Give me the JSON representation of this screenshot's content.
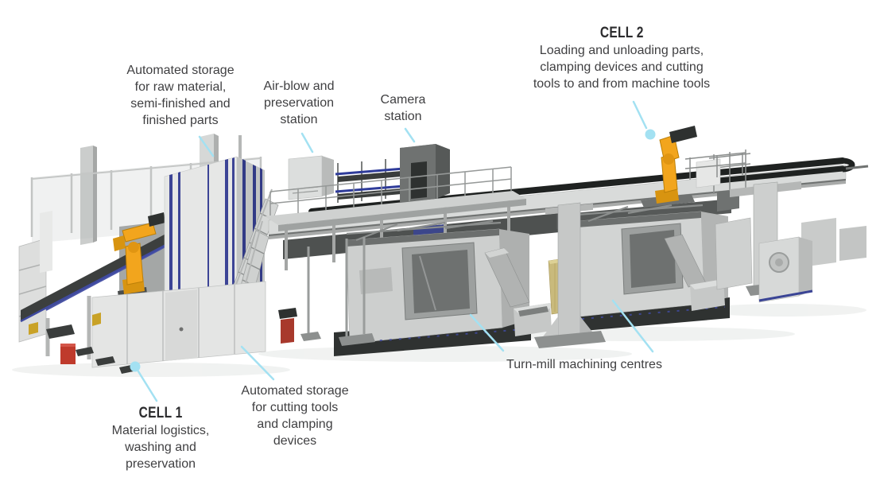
{
  "annotations": {
    "cell2": {
      "title": "CELL 2",
      "lines": [
        "Loading and unloading parts,",
        "clamping devices and cutting",
        "tools to and from machine tools"
      ]
    },
    "storage_raw_material": {
      "lines": [
        "Automated storage",
        "for raw material,",
        "semi-finished and",
        "finished parts"
      ]
    },
    "air_blow_station": {
      "lines": [
        "Air-blow and",
        "preservation",
        "station"
      ]
    },
    "camera_station": {
      "lines": [
        "Camera",
        "station"
      ]
    },
    "cell1": {
      "title": "CELL 1",
      "lines": [
        "Material logistics,",
        "washing and",
        "preservation"
      ]
    },
    "storage_cutting_tools": {
      "lines": [
        "Automated storage",
        "for cutting tools",
        "and clamping",
        "devices"
      ]
    },
    "turn_mill": {
      "label": "Turn-mill machining centres"
    }
  },
  "colors": {
    "background": "#ffffff",
    "leader_line": "#a3e1f2",
    "robot_yellow": "#f2a51d",
    "accent_blue": "#3a4495",
    "machine_gray": "#cdcfce",
    "text_body": "#3f3f41",
    "text_heading": "#2c2c2e"
  }
}
